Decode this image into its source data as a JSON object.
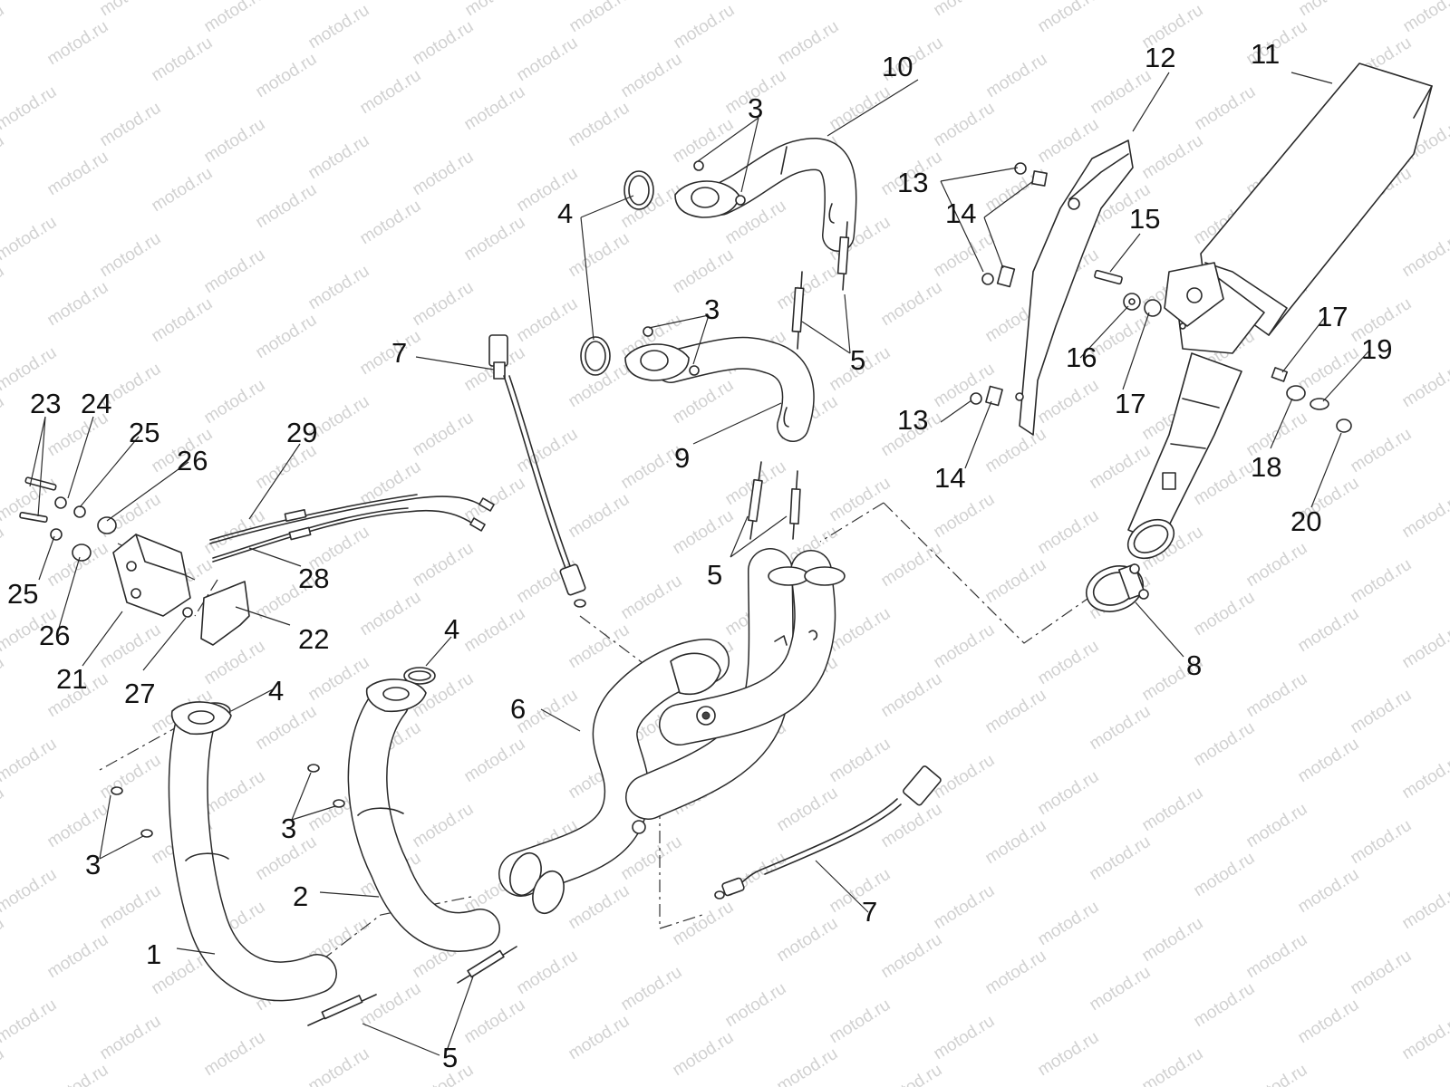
{
  "diagram": {
    "watermark_text": "motod.ru",
    "callouts": [
      {
        "id": "c1",
        "label": "1"
      },
      {
        "id": "c2",
        "label": "2"
      },
      {
        "id": "c3a",
        "label": "3"
      },
      {
        "id": "c3b",
        "label": "3"
      },
      {
        "id": "c3c",
        "label": "3"
      },
      {
        "id": "c3d",
        "label": "3"
      },
      {
        "id": "c4a",
        "label": "4"
      },
      {
        "id": "c4b",
        "label": "4"
      },
      {
        "id": "c4c",
        "label": "4"
      },
      {
        "id": "c5a",
        "label": "5"
      },
      {
        "id": "c5b",
        "label": "5"
      },
      {
        "id": "c5c",
        "label": "5"
      },
      {
        "id": "c6",
        "label": "6"
      },
      {
        "id": "c7a",
        "label": "7"
      },
      {
        "id": "c7b",
        "label": "7"
      },
      {
        "id": "c8",
        "label": "8"
      },
      {
        "id": "c9",
        "label": "9"
      },
      {
        "id": "c10",
        "label": "10"
      },
      {
        "id": "c11",
        "label": "11"
      },
      {
        "id": "c12",
        "label": "12"
      },
      {
        "id": "c13a",
        "label": "13"
      },
      {
        "id": "c13b",
        "label": "13"
      },
      {
        "id": "c14a",
        "label": "14"
      },
      {
        "id": "c14b",
        "label": "14"
      },
      {
        "id": "c15",
        "label": "15"
      },
      {
        "id": "c16",
        "label": "16"
      },
      {
        "id": "c17a",
        "label": "17"
      },
      {
        "id": "c17b",
        "label": "17"
      },
      {
        "id": "c18",
        "label": "18"
      },
      {
        "id": "c19",
        "label": "19"
      },
      {
        "id": "c20",
        "label": "20"
      },
      {
        "id": "c21",
        "label": "21"
      },
      {
        "id": "c22",
        "label": "22"
      },
      {
        "id": "c23",
        "label": "23"
      },
      {
        "id": "c24",
        "label": "24"
      },
      {
        "id": "c25a",
        "label": "25"
      },
      {
        "id": "c25b",
        "label": "25"
      },
      {
        "id": "c26a",
        "label": "26"
      },
      {
        "id": "c26b",
        "label": "26"
      },
      {
        "id": "c27",
        "label": "27"
      },
      {
        "id": "c28",
        "label": "28"
      },
      {
        "id": "c29",
        "label": "29"
      }
    ]
  }
}
